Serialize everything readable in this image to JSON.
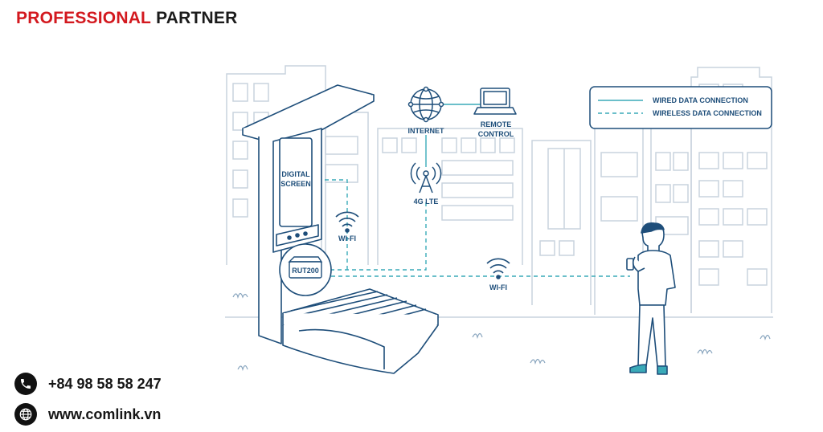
{
  "brand": {
    "part1": "PROFESSIONAL",
    "part2": "PARTNER",
    "accent_color": "#d3191f"
  },
  "diagram": {
    "labels": {
      "internet": "INTERNET",
      "remote_control_line1": "REMOTE",
      "remote_control_line2": "CONTROL",
      "lte": "4G LTE",
      "digital_screen_line1": "DIGITAL",
      "digital_screen_line2": "SCREEN",
      "wifi_upper": "WI-FI",
      "wifi_lower": "WI-FI",
      "router": "RUT200"
    },
    "legend": {
      "wired": "WIRED DATA CONNECTION",
      "wireless": "WIRELESS DATA CONNECTION"
    },
    "colors": {
      "line": "#1e4e7a",
      "connection": "#3aaab8",
      "building": "#c9d3dd"
    },
    "icons": [
      "globe-icon",
      "laptop-icon",
      "cell-tower-icon",
      "wifi-icon",
      "router-icon",
      "phone-icon"
    ]
  },
  "contact": {
    "phone": "+84 98 58 58 247",
    "website": "www.comlink.vn",
    "phone_icon": "phone-icon",
    "web_icon": "globe-icon"
  }
}
